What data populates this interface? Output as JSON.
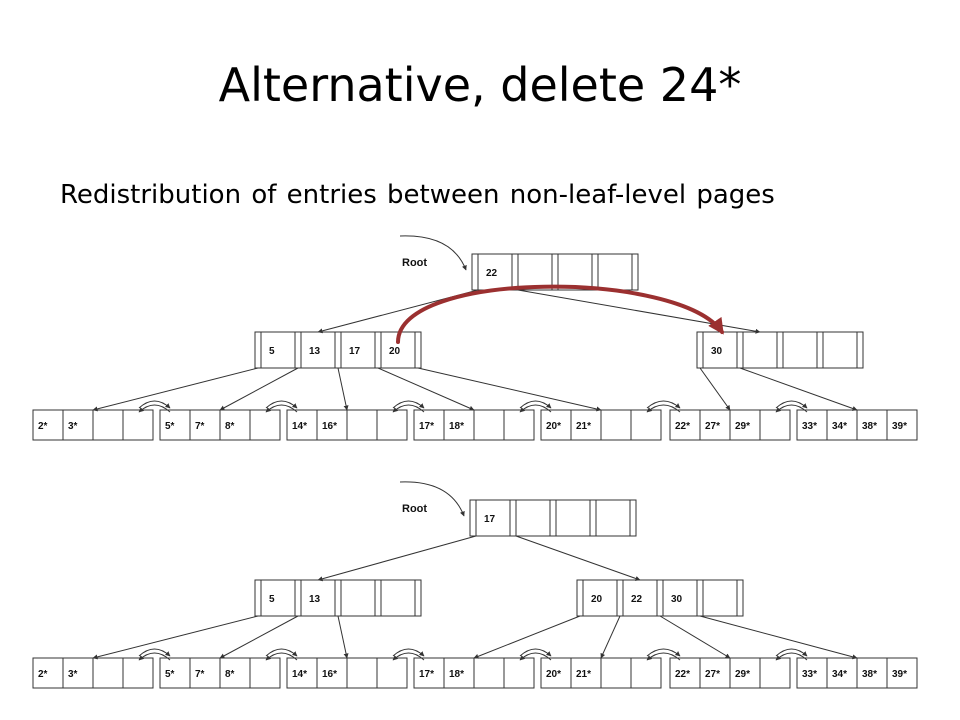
{
  "slide": {
    "title": "Alternative, delete 24*",
    "subtitle": "Redistribution of entries between non-leaf-level pages"
  },
  "colors": {
    "line": "#333333",
    "redistribution_arrow": "#9b3030"
  },
  "before": {
    "root_label": "Root",
    "root": [
      "22",
      "",
      "",
      ""
    ],
    "internal": [
      [
        "5",
        "13",
        "17",
        "20"
      ],
      [
        "30",
        "",
        "",
        ""
      ]
    ],
    "leaves": [
      [
        "2*",
        "3*",
        "",
        ""
      ],
      [
        "5*",
        "7*",
        "8*",
        ""
      ],
      [
        "14*",
        "16*",
        "",
        ""
      ],
      [
        "17*",
        "18*",
        "",
        ""
      ],
      [
        "20*",
        "21*",
        "",
        ""
      ],
      [
        "22*",
        "27*",
        "29*",
        ""
      ],
      [
        "33*",
        "34*",
        "38*",
        "39*"
      ]
    ]
  },
  "after": {
    "root_label": "Root",
    "root": [
      "17",
      "",
      "",
      ""
    ],
    "internal": [
      [
        "5",
        "13",
        "",
        ""
      ],
      [
        "20",
        "22",
        "30",
        ""
      ]
    ],
    "leaves": [
      [
        "2*",
        "3*",
        "",
        ""
      ],
      [
        "5*",
        "7*",
        "8*",
        ""
      ],
      [
        "14*",
        "16*",
        "",
        ""
      ],
      [
        "17*",
        "18*",
        "",
        ""
      ],
      [
        "20*",
        "21*",
        "",
        ""
      ],
      [
        "22*",
        "27*",
        "29*",
        ""
      ],
      [
        "33*",
        "34*",
        "38*",
        "39*"
      ]
    ]
  }
}
